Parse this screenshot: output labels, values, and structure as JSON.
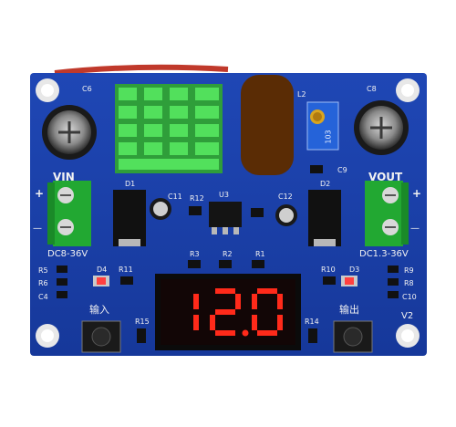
{
  "board": {
    "pcb_color": "#1a3fa8",
    "display_color": "#ff2a1a",
    "heatsink_color": "#3fcf4a",
    "terminal_color": "#22a832"
  },
  "display": {
    "reading": "12.0",
    "digits": [
      "1",
      "2",
      "0"
    ],
    "decimal_after": 2
  },
  "labels": {
    "vin": "VIN",
    "vin_range": "DC8-36V",
    "vout": "VOUT",
    "vout_range": "DC1.3-36V",
    "plus_left": "+",
    "minus_left": "—",
    "plus_right": "+",
    "minus_right": "—",
    "input_cn": "输入",
    "output_cn": "输出",
    "v2": "V2",
    "c6": "C6",
    "c8": "C8",
    "c9": "C9",
    "c11": "C11",
    "c12": "C12",
    "c4": "C4",
    "c10": "C10",
    "d1": "D1",
    "d2": "D2",
    "d3": "D3",
    "d4": "D4",
    "u3": "U3",
    "r1": "R1",
    "r2": "R2",
    "r3": "R3",
    "r5": "R5",
    "r6": "R6",
    "r8": "R8",
    "r9": "R9",
    "r10": "R10",
    "r11": "R11",
    "r12": "R12",
    "r14": "R14",
    "r15": "R15",
    "l2": "L2",
    "pot_text": "103"
  }
}
